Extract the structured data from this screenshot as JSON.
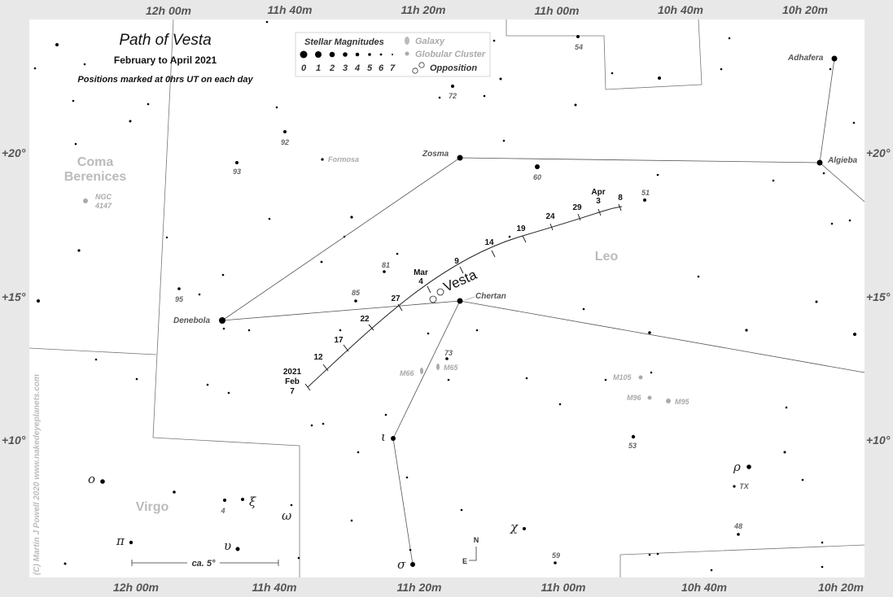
{
  "title": "Path of Vesta",
  "subtitle": "February to April 2021",
  "note": "Positions marked at 0hrs UT on each day",
  "ra_labels_top": [
    "12h 00m",
    "11h 40m",
    "11h 20m",
    "11h 00m",
    "10h 40m",
    "10h 20m"
  ],
  "ra_labels_bottom": [
    "12h 00m",
    "11h 40m",
    "11h 20m",
    "11h 00m",
    "10h 40m",
    "10h 20m"
  ],
  "dec_labels": [
    "+20°",
    "+15°",
    "+10°"
  ],
  "legend": {
    "heading": "Stellar Magnitudes",
    "magnitudes": [
      "0",
      "1",
      "2",
      "3",
      "4",
      "5",
      "6",
      "7"
    ],
    "galaxy": "Galaxy",
    "cluster": "Globular Cluster",
    "opposition": "Opposition"
  },
  "constellations": {
    "coma_1": "Coma",
    "coma_2": "Berenices",
    "leo": "Leo",
    "virgo": "Virgo"
  },
  "named_stars": {
    "zosma": "Zosma",
    "chertan": "Chertan",
    "denebola": "Denebola",
    "algieba": "Algieba",
    "adhafera": "Adhafera",
    "formosa": "Formosa"
  },
  "flamsteed": {
    "n54": "54",
    "n72": "72",
    "n92": "92",
    "n93": "93",
    "n60": "60",
    "n51": "51",
    "n81": "81",
    "n85": "85",
    "n95": "95",
    "n73": "73",
    "n53": "53",
    "n4": "4",
    "n59": "59",
    "n48": "48",
    "tx": "TX"
  },
  "greek": {
    "iota": "ι",
    "sigma": "σ",
    "omicron": "ο",
    "xi": "ξ",
    "omega": "ω",
    "pi": "π",
    "upsilon": "υ",
    "chi": "χ",
    "rho": "ρ"
  },
  "dso": {
    "ngc_1": "NGC",
    "ngc_2": "4147",
    "m66": "M66",
    "m65": "M65",
    "m105": "M105",
    "m96": "M96",
    "m95": "M95"
  },
  "vesta_label": "Vesta",
  "path_dates": {
    "year": "2021",
    "feb": "Feb",
    "d7": "7",
    "d12": "12",
    "d17": "17",
    "d22": "22",
    "d27": "27",
    "mar": "Mar",
    "d4": "4",
    "d9": "9",
    "d14": "14",
    "d19": "19",
    "d24": "24",
    "d29": "29",
    "apr": "Apr",
    "d3": "3",
    "d8": "8"
  },
  "scale": "ca. 5°",
  "compass": {
    "north": "N",
    "east": "E"
  },
  "copyright": "(C) Martin J Powell  2020  www.nakedeyeplanets.com",
  "colors": {
    "chart_bg": "#ffffff",
    "frame": "#e8e8e8",
    "line": "#555555",
    "star": "#000000"
  }
}
